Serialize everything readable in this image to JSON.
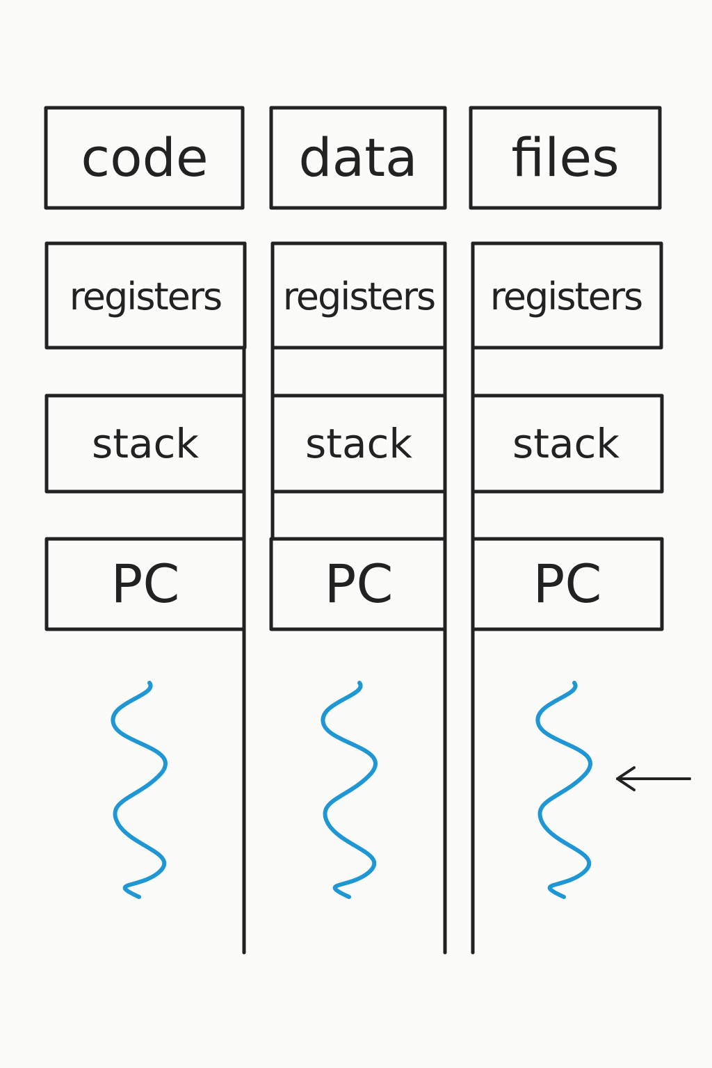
{
  "shared": {
    "code": "code",
    "data": "data",
    "files": "files"
  },
  "threads": [
    {
      "registers": "registers",
      "stack": "stack",
      "pc": "PC"
    },
    {
      "registers": "registers",
      "stack": "stack",
      "pc": "PC"
    },
    {
      "registers": "registers",
      "stack": "stack",
      "pc": "PC"
    }
  ],
  "colors": {
    "outline": "#222222",
    "thread_wave": "#1e97d4",
    "background": "#fbfbf9"
  },
  "icons": {
    "thread": "squiggle-thread-icon",
    "pointer": "left-arrow-icon"
  }
}
